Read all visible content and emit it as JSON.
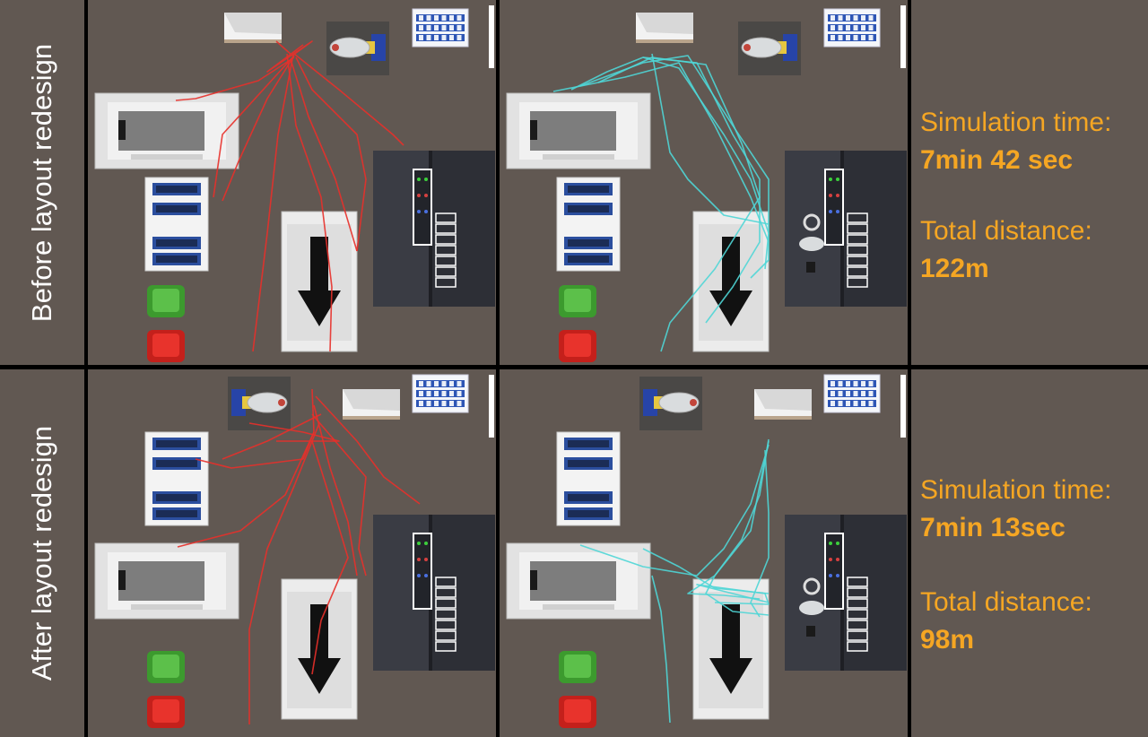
{
  "rows": [
    {
      "label": "Before layout redesign",
      "stats": {
        "time_label": "Simulation time:",
        "time_value": "7min 42 sec",
        "distance_label": "Total distance:",
        "distance_value": "122m"
      }
    },
    {
      "label": "After layout redesign",
      "stats": {
        "time_label": "Simulation time:",
        "time_value": "7min 13sec",
        "distance_label": "Total distance:",
        "distance_value": "98m"
      }
    }
  ],
  "colors": {
    "floor": "#615852",
    "accent_text": "#f5a623",
    "path_red": "#e8302a",
    "path_cyan": "#4fd6d6",
    "border": "#000000"
  }
}
